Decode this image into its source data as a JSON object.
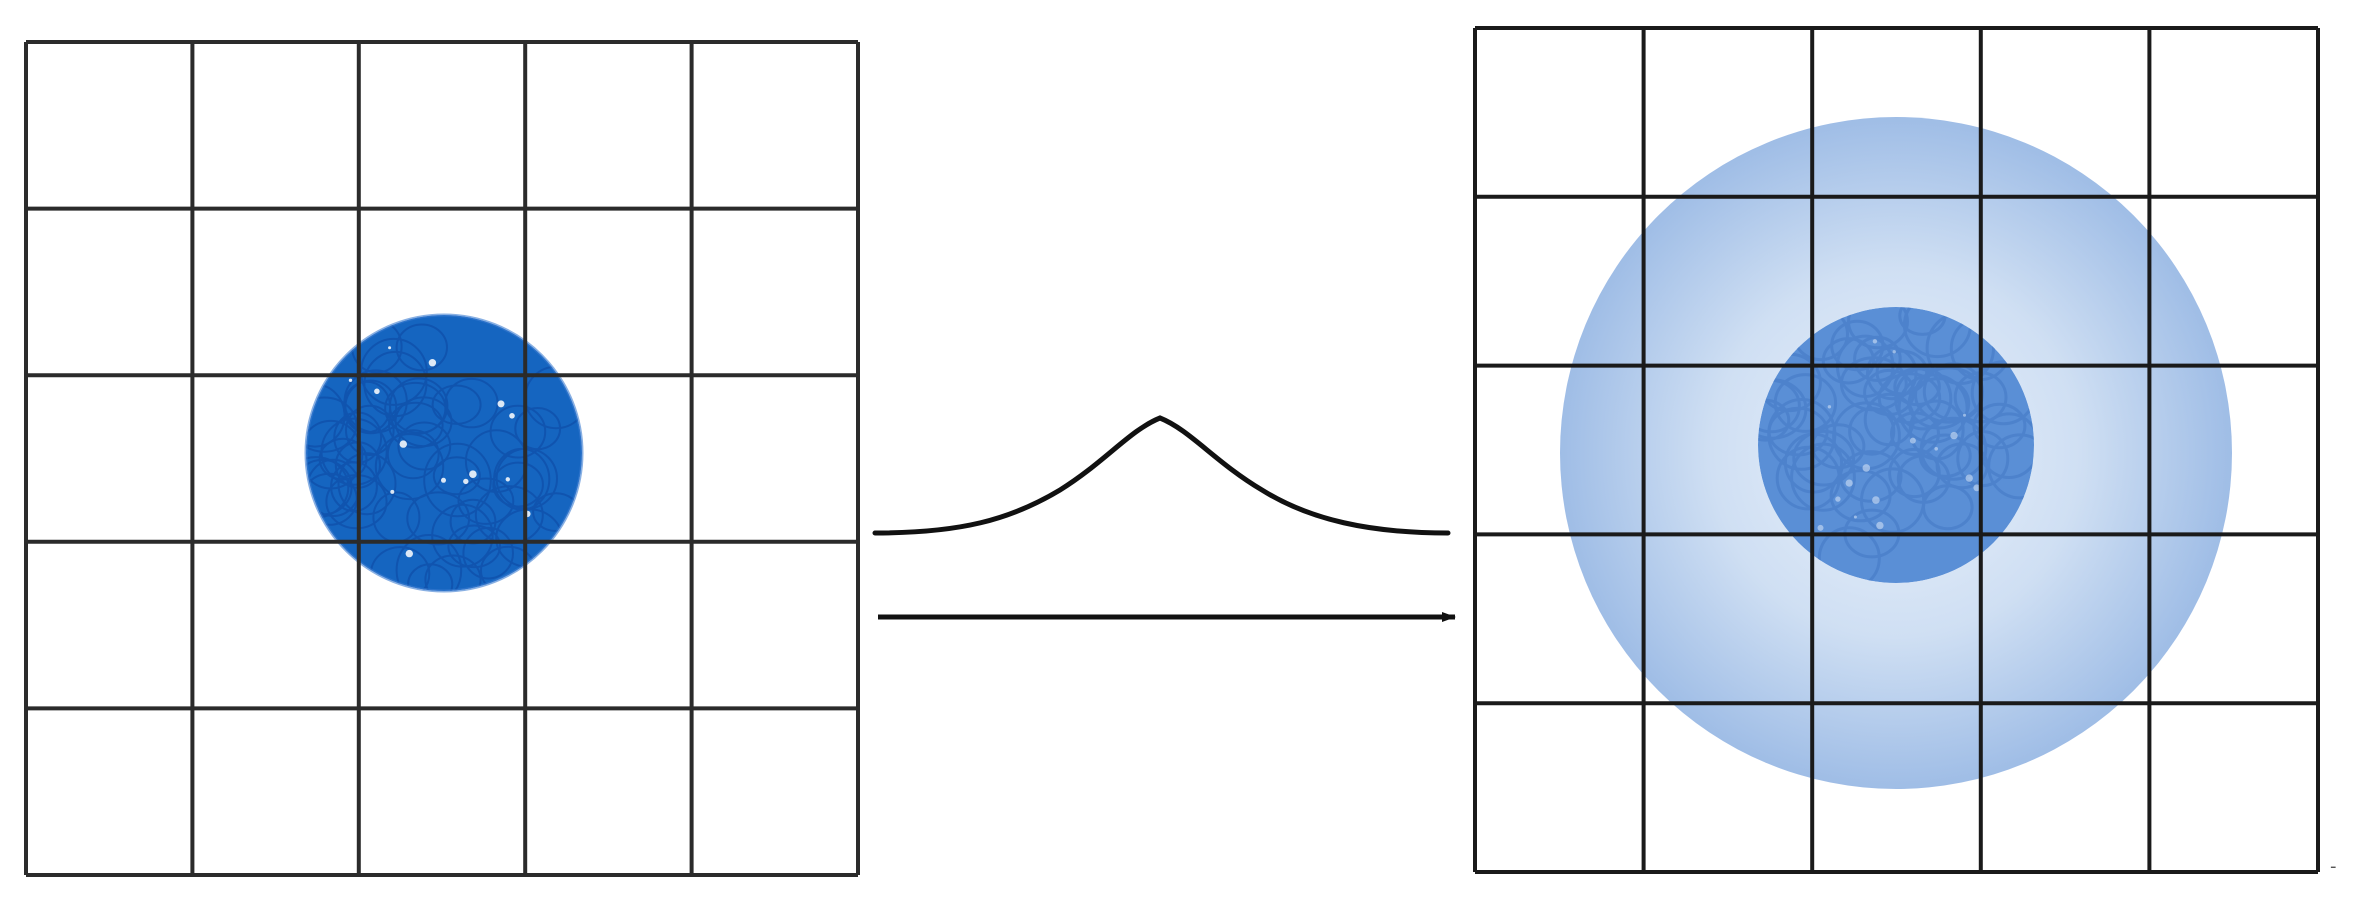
{
  "diagram": {
    "left_panel": {
      "grid_rows": 5,
      "grid_cols": 5,
      "blob": {
        "fill": "#1565c0",
        "cells": "clustered"
      }
    },
    "right_panel": {
      "grid_rows": 5,
      "grid_cols": 5,
      "outer_halo": {
        "fill": "#a9c6e9"
      },
      "inner_blob": {
        "fill": "#4f86cf",
        "cells": "blurred"
      }
    },
    "kernel_curve": {
      "shape": "gaussian",
      "stroke": "#111111"
    },
    "arrow": {
      "direction": "right",
      "stroke": "#111111"
    },
    "grid_color": "#2b2b2b"
  }
}
